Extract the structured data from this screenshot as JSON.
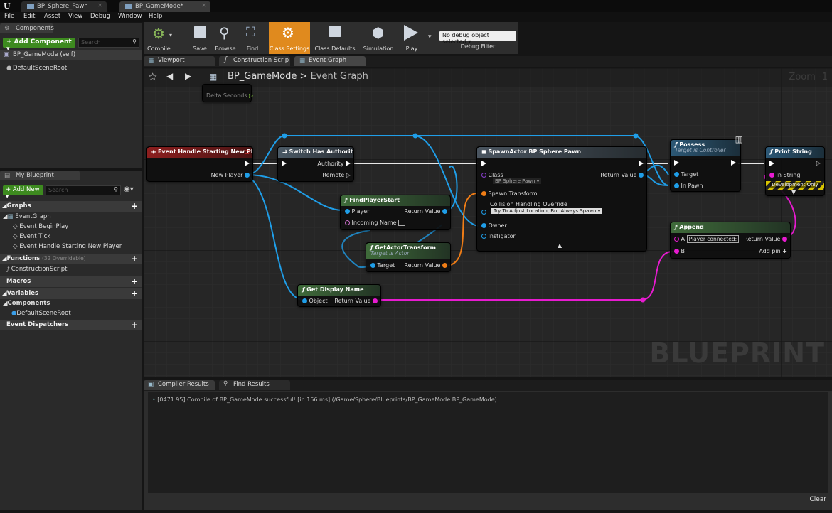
{
  "window": {
    "tabs": [
      {
        "label": "BP_Sphere_Pawn"
      },
      {
        "label": "BP_GameMode*"
      }
    ],
    "menu": [
      "File",
      "Edit",
      "Asset",
      "View",
      "Debug",
      "Window",
      "Help"
    ]
  },
  "components_panel": {
    "title": "Components",
    "add_button": "+ Add Component ▾",
    "search_placeholder": "Search",
    "self_item": "BP_GameMode (self)",
    "root_item": "DefaultSceneRoot"
  },
  "my_blueprint": {
    "title": "My Blueprint",
    "add_new": "+ Add New ▾",
    "search_placeholder": "Search",
    "graphs_label": "Graphs",
    "event_graph": "EventGraph",
    "events": [
      "Event BeginPlay",
      "Event Tick",
      "Event Handle Starting New Player"
    ],
    "functions_label": "Functions",
    "functions_note": "(32 Overridable)",
    "construction": "ConstructionScript",
    "macros": "Macros",
    "variables": "Variables",
    "components_label": "Components",
    "default_root": "DefaultSceneRoot",
    "dispatchers": "Event Dispatchers"
  },
  "toolbar": {
    "compile": "Compile",
    "save": "Save",
    "browse": "Browse",
    "find": "Find",
    "class_settings": "Class Settings",
    "class_defaults": "Class Defaults",
    "simulation": "Simulation",
    "play": "Play",
    "debug_select": "No debug object selected ▾",
    "debug_filter": "Debug Filter",
    "accent": "#e08a1e"
  },
  "graph_tabs": [
    {
      "label": "Viewport"
    },
    {
      "label": "Construction Scrip"
    },
    {
      "label": "Event Graph"
    }
  ],
  "graph": {
    "breadcrumb_root": "BP_GameMode",
    "breadcrumb_sep": ">",
    "breadcrumb_leaf": "Event Graph",
    "zoom": "Zoom -1",
    "watermark": "BLUEPRINT",
    "delta_seconds": "Delta Seconds",
    "nodes": {
      "event": {
        "title": "Event Handle Starting New Player",
        "pin": "New Player"
      },
      "switch": {
        "title": "Switch Has Authority",
        "authority": "Authority",
        "remote": "Remote"
      },
      "find_start": {
        "title": "FindPlayerStart",
        "player": "Player",
        "incoming": "Incoming Name",
        "ret": "Return Value"
      },
      "get_transform": {
        "title": "GetActorTransform",
        "subtitle": "Target is Actor",
        "target": "Target",
        "ret": "Return Value"
      },
      "display_name": {
        "title": "Get Display Name",
        "object": "Object",
        "ret": "Return Value"
      },
      "spawn": {
        "title": "SpawnActor BP Sphere Pawn",
        "class": "Class",
        "class_value": "BP Sphere Pawn ▾",
        "spawn_transform": "Spawn Transform",
        "collision": "Collision Handling Override",
        "collision_value": "Try To Adjust Location, But Always Spawn ▾",
        "owner": "Owner",
        "instigator": "Instigator",
        "ret": "Return Value"
      },
      "possess": {
        "title": "Possess",
        "subtitle": "Target is Controller",
        "target": "Target",
        "in_pawn": "In Pawn"
      },
      "print": {
        "title": "Print String",
        "in_string": "In String",
        "dev": "Development Only"
      },
      "append": {
        "title": "Append",
        "a": "A",
        "a_value": "Player connected:",
        "b": "B",
        "ret": "Return Value",
        "add_pin": "Add pin"
      }
    }
  },
  "output_tabs": [
    {
      "label": "Compiler Results"
    },
    {
      "label": "Find Results"
    }
  ],
  "output": {
    "log": "[0471.95] Compile of BP_GameMode successful! [in 156 ms] (/Game/Sphere/Blueprints/BP_GameMode.BP_GameMode)",
    "clear": "Clear"
  },
  "colors": {
    "exec": "#ffffff",
    "object": "#1f9ee8",
    "string": "#e71bd0",
    "struct": "#f07d16",
    "event_header": "#7a1a1a",
    "function_header": "#2c5876"
  }
}
